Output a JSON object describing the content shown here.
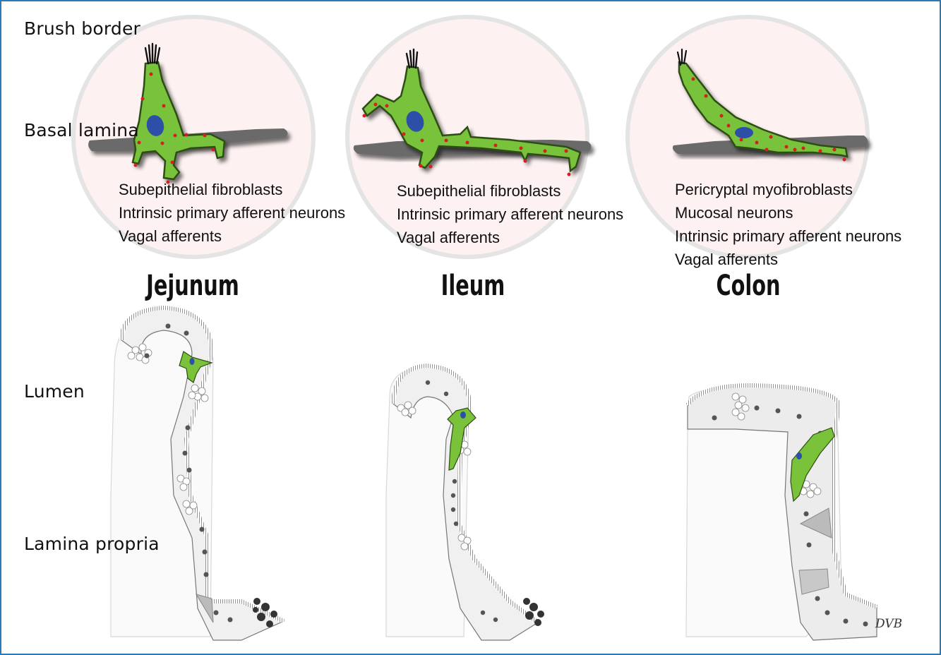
{
  "labels": {
    "brush_border": "Brush border",
    "basal_lamina": "Basal lamina",
    "lumen": "Lumen",
    "lamina_propria": "Lamina propria"
  },
  "regions": [
    {
      "name": "Jejunum",
      "connections": [
        "Subepithelial fibroblasts",
        "Intrinsic primary afferent neurons",
        "Vagal afferents"
      ]
    },
    {
      "name": "Ileum",
      "connections": [
        "Subepithelial fibroblasts",
        "Intrinsic primary afferent neurons",
        "Vagal afferents"
      ]
    },
    {
      "name": "Colon",
      "connections": [
        "Pericryptal myofibroblasts",
        "Mucosal neurons",
        "Intrinsic primary afferent neurons",
        "Vagal afferents"
      ]
    }
  ],
  "signature": "DVB",
  "colors": {
    "border": "#2a7ab8",
    "cell_green": "#79c23a",
    "nucleus_blue": "#2d4fa8",
    "synapse_red": "#d42020",
    "circle_fill": "#fdf1f1",
    "basal_lamina_gray": "#6b6b6b"
  }
}
